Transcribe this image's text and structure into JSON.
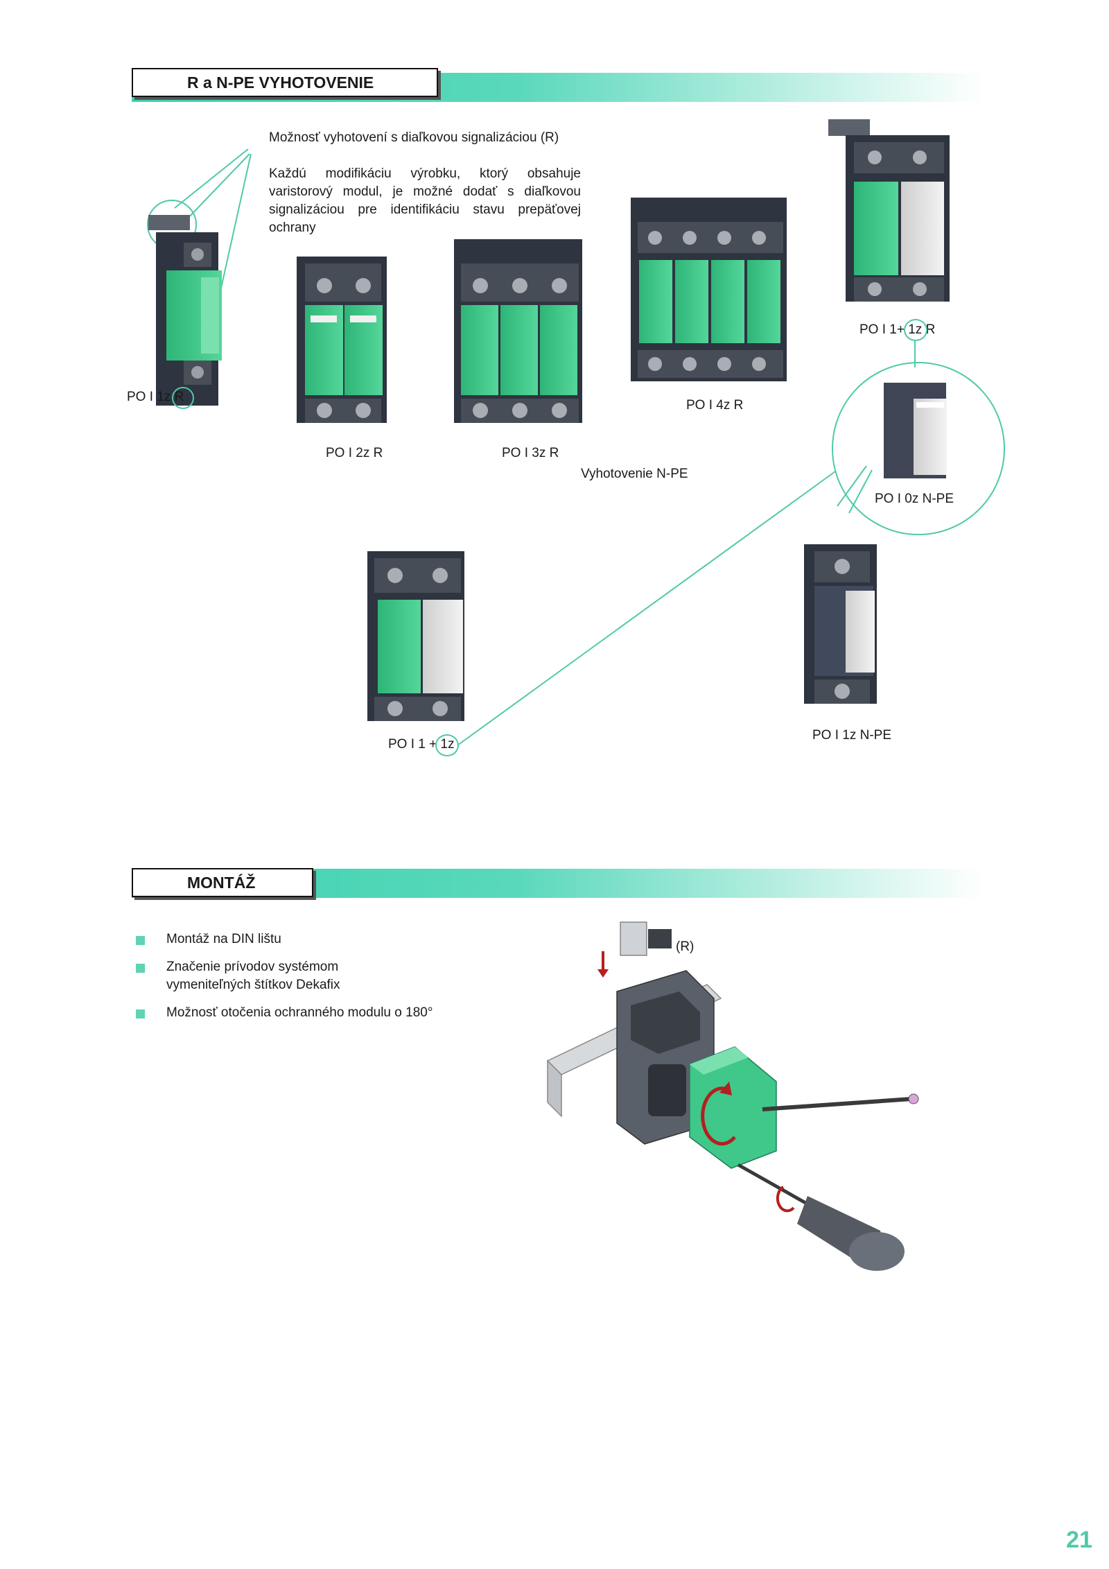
{
  "section1": {
    "title": "R a N-PE VYHOTOVENIE",
    "remote_heading": "Možnosť vyhotovení s diaľkovou signalizáciou (R)",
    "remote_text": "Každú modifikáciu výrobku, ktorý obsahuje varistorový modul, je možné dodať s diaľkovou signalizáciou pre identifikáciu stavu prepäťovej ochrany",
    "npe_label": "Vyhotovenie N-PE",
    "products": {
      "po_i_1z_r": "PO I 1z R",
      "po_i_2z_r": "PO I 2z R",
      "po_i_3z_r": "PO I 3z R",
      "po_i_4z_r": "PO I 4z R",
      "po_i_1_1z_r": "PO I 1+ 1z R",
      "po_i_0z_npe": "PO I 0z N-PE",
      "po_i_1_1z": "PO I 1 + 1z",
      "po_i_1z_npe": "PO I 1z N-PE"
    }
  },
  "section2": {
    "title": "MONTÁŽ",
    "bullets": [
      "Montáž na DIN lištu",
      "Značenie prívodov systémom vymeniteľných štítkov Dekafix",
      "Možnosť otočenia ochranného modulu o 180°"
    ],
    "r_label": "(R)"
  },
  "colors": {
    "accent": "#4fc9a9",
    "module_green": "#3fc88a",
    "module_grey": "#e8e8e8",
    "housing": "#2e3440"
  },
  "page_number": "21"
}
